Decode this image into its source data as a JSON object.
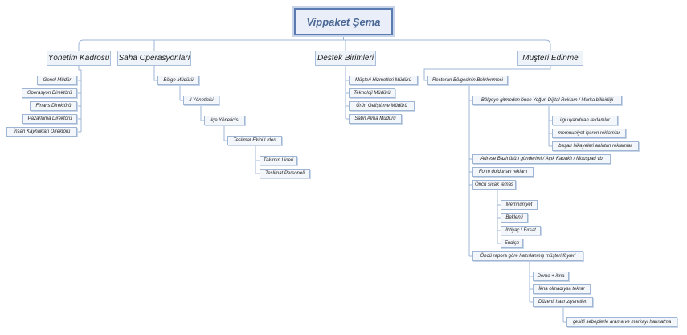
{
  "title": "Vippaket Şema",
  "departments": [
    {
      "name": "Yönetim Kadrosu",
      "items": [
        "Genel Müdür",
        "Operasyon Direktörü",
        "Finans Direktörü",
        "Pazarlama Direktörü",
        "İnsan Kaynakları Direktörü"
      ]
    },
    {
      "name": "Saha Operasyonları",
      "chain": [
        "Bölge Müdürü",
        "İl Yöneticisi",
        "İlçe Yöneticisi",
        "Teslimat Ekibi Lideri"
      ],
      "leaves": [
        "Takımın Lideri",
        "Teslimat Personeli"
      ]
    },
    {
      "name": "Destek Birimleri",
      "items": [
        "Müşteri Hizmetleri Müdürü",
        "Teknoloji Müdürü",
        "Ürün Geliştirme Müdürü",
        "Satın Alma Müdürü"
      ]
    },
    {
      "name": "Müşteri Edinme",
      "root_item": "Restoran Bölgesinin Belirlenmesi",
      "digital_ad": {
        "label": "Bölgeye gitmeden önce Yoğun Dijital Reklam / Marka bilinirliği",
        "children": [
          "ilgi uyandıran reklamlar",
          "memnuniyet içeren reklamlar",
          "başarı hikayeleri anlatan reklamlar"
        ]
      },
      "address_delivery": "Adrese Bazlı ürün gönderimi / Açık Kapaklı / Mouspad vb",
      "form_ad": "Form doldurtan reklam",
      "pioneer_contact": {
        "label": "Öncü sıcak temas",
        "children": [
          "Memnuniyet",
          "Beklenti",
          "İhtiyaç / Fırsat",
          "Endişe"
        ]
      },
      "pioneer_reports": {
        "label": "Öncü rapora göre hazırlanmış müşteri föyleri",
        "children": [
          "Demo + ikna",
          "İkna olmadıysa tekrar",
          "Düzenli hatır ziyaretleri"
        ],
        "grandchild": "çeşitli sebeplerle arama ve markayı hatırlatma"
      }
    }
  ],
  "colors": {
    "line": "#9fb5d4",
    "node_border": "#9fb5d4",
    "node_fill": "#f3f7fc",
    "root_border": "#5a7bb0",
    "root_text": "#4a6896"
  }
}
